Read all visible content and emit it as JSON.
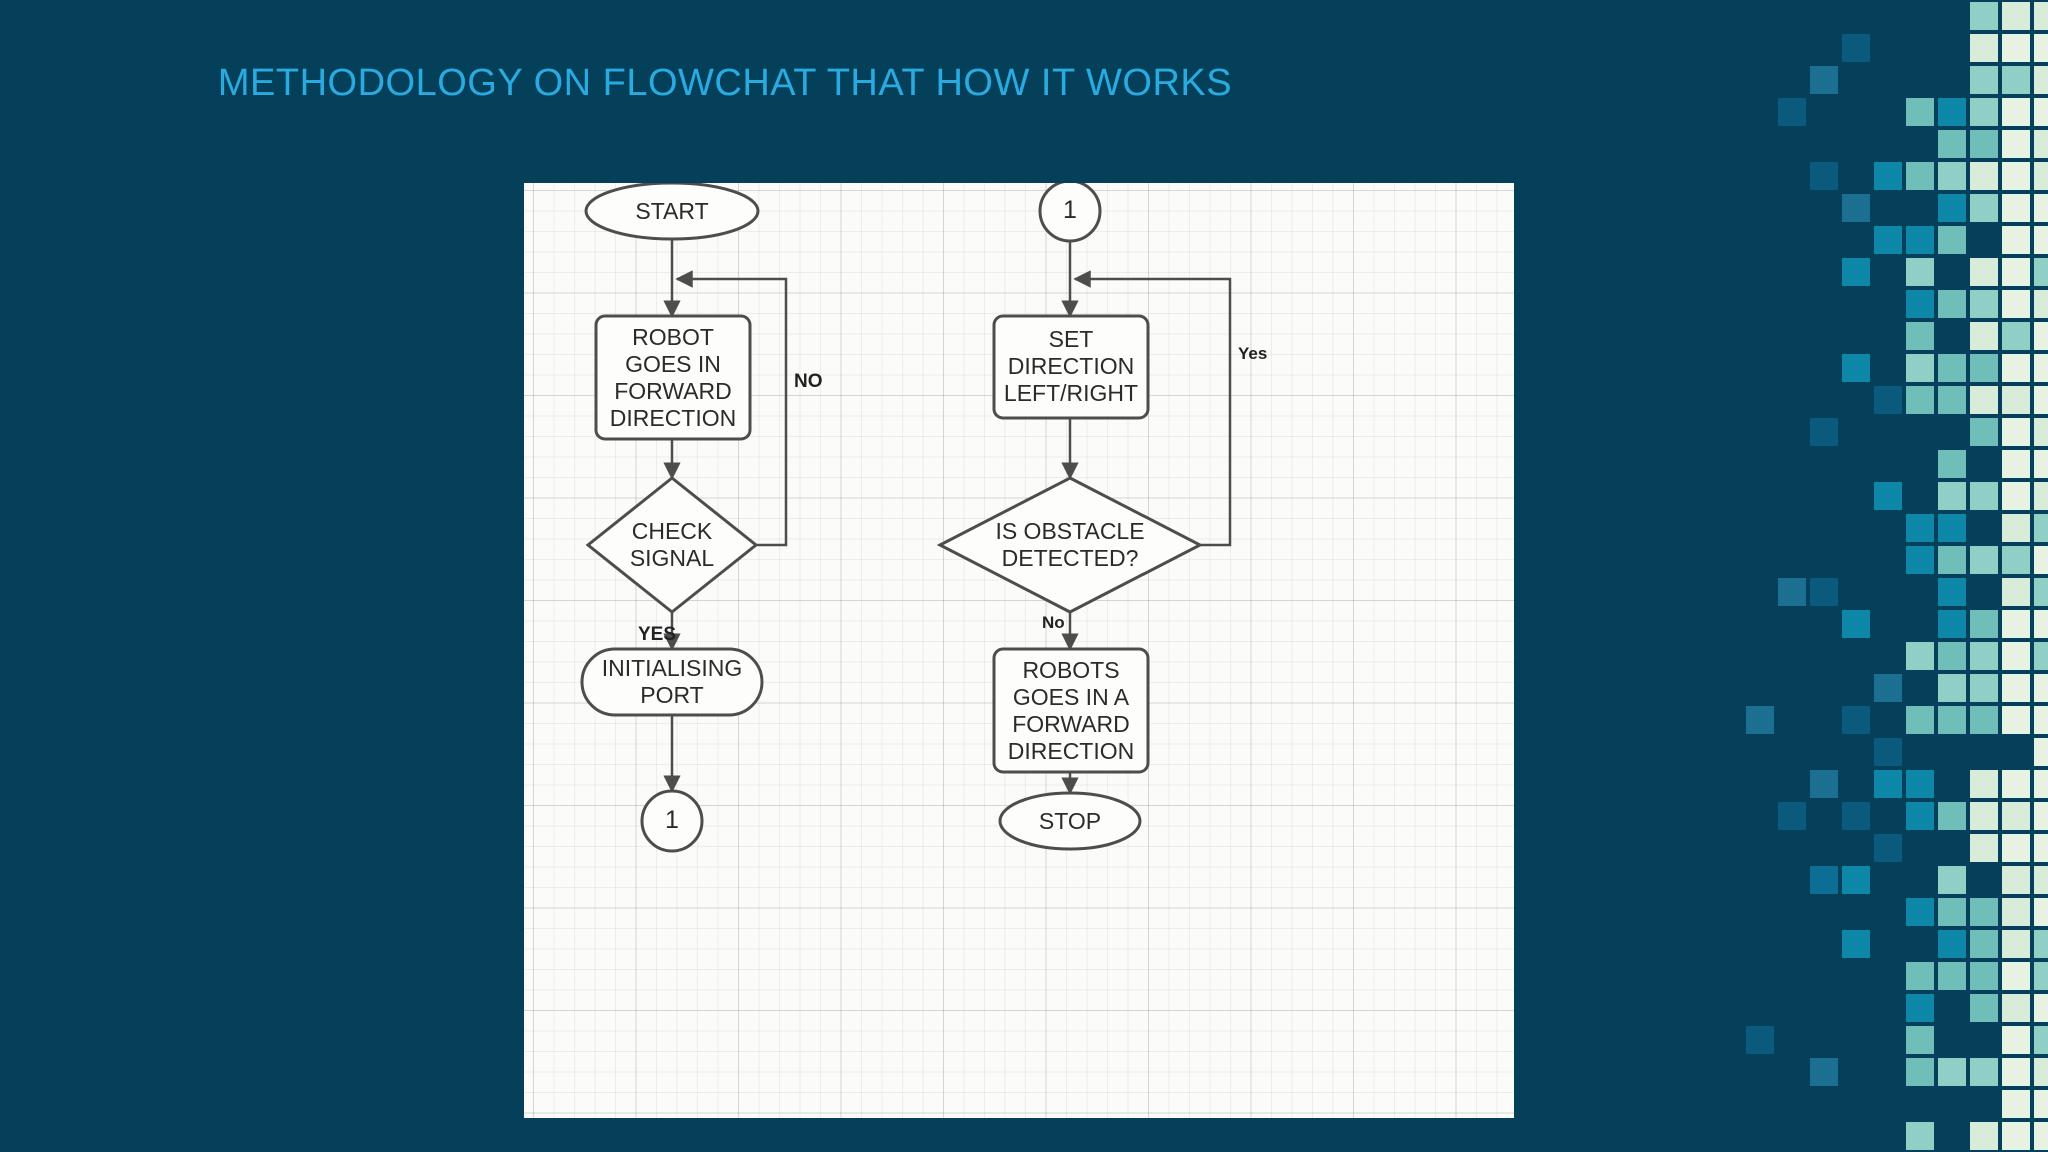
{
  "slide": {
    "title": "METHODOLOGY ON FLOWCHAT THAT HOW IT WORKS",
    "title_color": "#29ABE2",
    "background_color": "#044059"
  },
  "diagram": {
    "type": "flowchart",
    "canvas_background": "#fbfbf9",
    "grid": true,
    "node_stroke": "#4d4d4d",
    "node_fill": "#fdfdfb",
    "columns": [
      {
        "name": "left-column",
        "nodes": [
          {
            "id": "start",
            "shape": "ellipse",
            "label": "START"
          },
          {
            "id": "robot-forward",
            "shape": "rounded-rect",
            "label": "ROBOT\nGOES IN\nFORWARD\nDIRECTION"
          },
          {
            "id": "check-signal",
            "shape": "diamond",
            "label": "CHECK\nSIGNAL"
          },
          {
            "id": "init-port",
            "shape": "stadium",
            "label": "INITIALISING\nPORT"
          },
          {
            "id": "connector-1-out",
            "shape": "circle",
            "label": "1"
          }
        ],
        "edges": [
          {
            "from": "start",
            "to": "robot-forward",
            "label": ""
          },
          {
            "from": "robot-forward",
            "to": "check-signal",
            "label": ""
          },
          {
            "from": "check-signal",
            "to": "robot-forward",
            "label": "NO"
          },
          {
            "from": "check-signal",
            "to": "init-port",
            "label": "YES"
          },
          {
            "from": "init-port",
            "to": "connector-1-out",
            "label": ""
          }
        ]
      },
      {
        "name": "right-column",
        "nodes": [
          {
            "id": "connector-1-in",
            "shape": "circle",
            "label": "1"
          },
          {
            "id": "set-direction",
            "shape": "rounded-rect",
            "label": "SET\nDIRECTION\nLEFT/RIGHT"
          },
          {
            "id": "obstacle",
            "shape": "diamond",
            "label": "IS OBSTACLE\nDETECTED?"
          },
          {
            "id": "robots-forward",
            "shape": "rounded-rect",
            "label": "ROBOTS\nGOES IN A\nFORWARD\nDIRECTION"
          },
          {
            "id": "stop",
            "shape": "ellipse",
            "label": "STOP"
          }
        ],
        "edges": [
          {
            "from": "connector-1-in",
            "to": "set-direction",
            "label": ""
          },
          {
            "from": "set-direction",
            "to": "obstacle",
            "label": ""
          },
          {
            "from": "obstacle",
            "to": "set-direction",
            "label": "Yes"
          },
          {
            "from": "obstacle",
            "to": "robots-forward",
            "label": "No"
          },
          {
            "from": "robots-forward",
            "to": "stop",
            "label": ""
          }
        ]
      }
    ],
    "labels": {
      "no_caps": "NO",
      "yes_caps": "YES",
      "yes_mixed": "Yes",
      "no_mixed": "No"
    }
  },
  "mosaic": {
    "palette": [
      "#0a5a7d",
      "#0e86a8",
      "#6fbfb8",
      "#8fcfc6",
      "#d9ecd9",
      "#e6f2e2",
      "#1b6f91",
      "#0c6e94"
    ],
    "tile_size": 32
  }
}
